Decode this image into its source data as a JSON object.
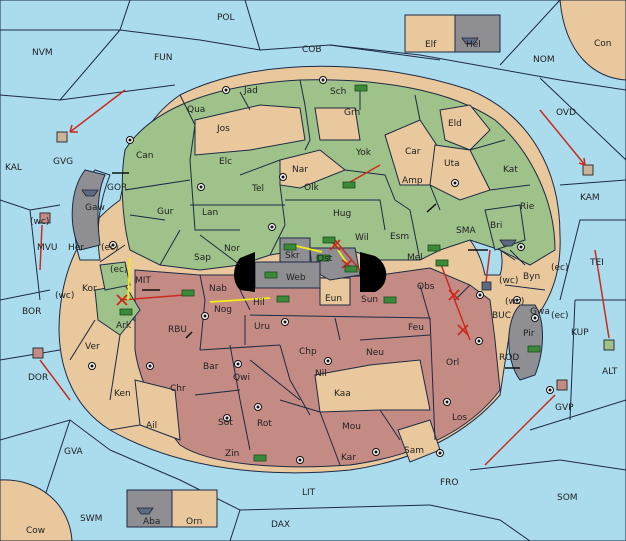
{
  "map": {
    "sea_provinces": [
      {
        "id": "POL",
        "label": "POL"
      },
      {
        "id": "NVM",
        "label": "NVM"
      },
      {
        "id": "FUN",
        "label": "FUN"
      },
      {
        "id": "COB",
        "label": "COB"
      },
      {
        "id": "NOM",
        "label": "NOM"
      },
      {
        "id": "OVD",
        "label": "OVD"
      },
      {
        "id": "KAL",
        "label": "KAL"
      },
      {
        "id": "KAM",
        "label": "KAM"
      },
      {
        "id": "BOR",
        "label": "BOR"
      },
      {
        "id": "TEI",
        "label": "TEI"
      },
      {
        "id": "KUP",
        "label": "KUP"
      },
      {
        "id": "ALT",
        "label": "ALT"
      },
      {
        "id": "GVA",
        "label": "GVA"
      },
      {
        "id": "SWM",
        "label": "SWM"
      },
      {
        "id": "LIT",
        "label": "LIT"
      },
      {
        "id": "DAX",
        "label": "DAX"
      },
      {
        "id": "FRO",
        "label": "FRO"
      },
      {
        "id": "SOM",
        "label": "SOM"
      },
      {
        "id": "SMA",
        "label": "SMA"
      },
      {
        "id": "RBU",
        "label": "RBU"
      },
      {
        "id": "ROD",
        "label": "ROD"
      },
      {
        "id": "BUC",
        "label": "BUC"
      },
      {
        "id": "GOR",
        "label": "GOR"
      },
      {
        "id": "MIT",
        "label": "MIT"
      }
    ],
    "corner_provinces": [
      {
        "id": "Con",
        "label": "Con"
      },
      {
        "id": "Cow",
        "label": "Cow"
      }
    ],
    "green_provinces": [
      "Jad",
      "Sch",
      "Qua",
      "Jos",
      "Grh",
      "Eld",
      "Can",
      "Car",
      "Elc",
      "Nar",
      "Yok",
      "Uta",
      "Kat",
      "Tel",
      "Olk",
      "Amp",
      "Gur",
      "Hug",
      "Rie",
      "Lan",
      "Wil",
      "Esm",
      "Bri",
      "Nor",
      "Sap",
      "Skr",
      "Ost",
      "Gaw"
    ],
    "red_provinces": [
      "Nab",
      "Web",
      "Hil",
      "Sun",
      "Mel",
      "Obs",
      "Nog",
      "Ark",
      "Uru",
      "Feu",
      "Chp",
      "Neu",
      "Bar",
      "Qwi",
      "Nil",
      "Orl",
      "Ken",
      "Chr",
      "Kaa",
      "Sot",
      "Rot",
      "Los",
      "Ail",
      "Mou",
      "Zin",
      "Kar",
      "Sam"
    ],
    "tan_provinces": [
      "Her",
      "Kor",
      "Ver",
      "Byn",
      "Gwa",
      "Eun"
    ],
    "home_boxes": [
      {
        "id": "Elf",
        "label": "Elf"
      },
      {
        "id": "Hel",
        "label": "Hel"
      },
      {
        "id": "Aba",
        "label": "Aba"
      },
      {
        "id": "Orn",
        "label": "Orn"
      }
    ],
    "off_board_labels": [
      "GVG",
      "MVU",
      "DOR",
      "KAM",
      "ALT",
      "GVP"
    ],
    "coast_tags": [
      "(wc)",
      "(ec)",
      "(ec)",
      "(wc)",
      "(wc)",
      "(ec)",
      "(wc)",
      "(ec)"
    ]
  },
  "colors": {
    "sea": "#aadcee",
    "green": "#9ec28a",
    "red": "#c48b84",
    "tan": "#e8c89c",
    "grey": "#8f8f93",
    "order_red": "#cc2a1c",
    "order_yellow": "#f2ee14",
    "order_black": "#111111"
  },
  "icons": {
    "unit": "tank-icon",
    "supply": "supply-center-icon",
    "fleet": "ship-icon",
    "convoy": "double-arrow-icon"
  }
}
